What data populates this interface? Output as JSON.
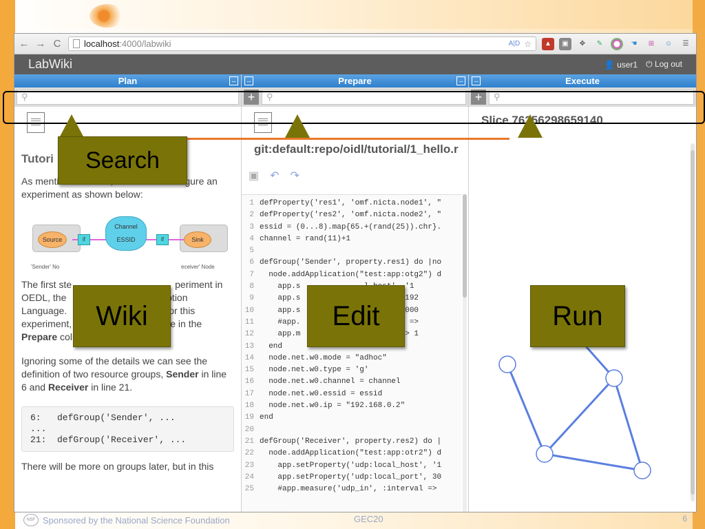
{
  "browser": {
    "back": "←",
    "forward": "→",
    "reload": "C",
    "url_host": "localhost",
    "url_path": ":4000/labwiki",
    "reader_label": "A|D"
  },
  "app": {
    "title": "LabWiki",
    "user": "user1",
    "logout": "Log out"
  },
  "columns": {
    "plan": "Plan",
    "prepare": "Prepare",
    "execute": "Execute"
  },
  "plan": {
    "heading": "Tutori",
    "para1": "As mentioned before, we want to configure an experiment as shown below:",
    "diagram": {
      "source": "Source",
      "sink": "Sink",
      "channel": "Channel",
      "essid": "ESSID",
      "if_left": "if",
      "if_right": "if",
      "cap_left": "'Sender' No",
      "cap_right": "eceiver' Node"
    },
    "para2_a": "The first ste",
    "para2_b": "periment in",
    "para2_c": "OEDL, the",
    "para2_d": "ription",
    "para2_e": "Language.",
    "para2_f": "or this",
    "para2_g": "experiment, open the '1_hello.rb' file in the",
    "para2_h": "Prepare",
    "para2_i": " column.",
    "para3_a": "Ignoring some of the details we can see the definition of two resource groups, ",
    "para3_b": "Sender",
    "para3_c": " in line 6 and ",
    "para3_d": "Receiver",
    "para3_e": " in line 21.",
    "code": "6:   defGroup('Sender', ...\n...\n21:  defGroup('Receiver', ...",
    "para4": "There will be more on groups later, but in this"
  },
  "prepare": {
    "repo_path": "git:default:repo/oidl/tutorial/1_hello.r",
    "lines": [
      {
        "n": "1",
        "t": "defProperty('res1', 'omf.nicta.node1', \""
      },
      {
        "n": "2",
        "t": "defProperty('res2', 'omf.nicta.node2', \""
      },
      {
        "n": "3",
        "t": "essid = (0...8).map{65.+(rand(25)).chr}."
      },
      {
        "n": "4",
        "t": "channel = rand(11)+1"
      },
      {
        "n": "5",
        "t": ""
      },
      {
        "n": "6",
        "t": "defGroup('Sender', property.res1) do |no"
      },
      {
        "n": "7",
        "t": "  node.addApplication(\"test:app:otg2\") d"
      },
      {
        "n": "8",
        "t": "    app.s              l_host', '1"
      },
      {
        "n": "9",
        "t": "    app.s              _host', '192"
      },
      {
        "n": "10",
        "t": "    app.s              _port', 3000"
      },
      {
        "n": "11",
        "t": "    #app.              :interval =>"
      },
      {
        "n": "12",
        "t": "    app.m              samples => 1"
      },
      {
        "n": "13",
        "t": "  end"
      },
      {
        "n": "14",
        "t": "  node.net.w0.mode = \"adhoc\""
      },
      {
        "n": "15",
        "t": "  node.net.w0.type = 'g'"
      },
      {
        "n": "16",
        "t": "  node.net.w0.channel = channel"
      },
      {
        "n": "17",
        "t": "  node.net.w0.essid = essid"
      },
      {
        "n": "18",
        "t": "  node.net.w0.ip = \"192.168.0.2\""
      },
      {
        "n": "19",
        "t": "end"
      },
      {
        "n": "20",
        "t": ""
      },
      {
        "n": "21",
        "t": "defGroup('Receiver', property.res2) do |"
      },
      {
        "n": "22",
        "t": "  node.addApplication(\"test:app:otr2\") d"
      },
      {
        "n": "23",
        "t": "    app.setProperty('udp:local_host', '1"
      },
      {
        "n": "24",
        "t": "    app.setProperty('udp:local_port', 30"
      },
      {
        "n": "25",
        "t": "    #app.measure('udp_in', :interval =>"
      }
    ]
  },
  "execute": {
    "slice_title": "Slice 76256298659140"
  },
  "callouts": {
    "search": "Search",
    "wiki": "Wiki",
    "edit": "Edit",
    "run": "Run"
  },
  "footer": {
    "seal": "NSF",
    "nsf": "Sponsored by the National Science Foundation",
    "gec": "GEC20",
    "page": "6"
  },
  "colors": {
    "column_header": "#2f7fcc",
    "callout": "#7a7408",
    "connector": "#e8782a",
    "graph_edge": "#5a7fe0"
  }
}
